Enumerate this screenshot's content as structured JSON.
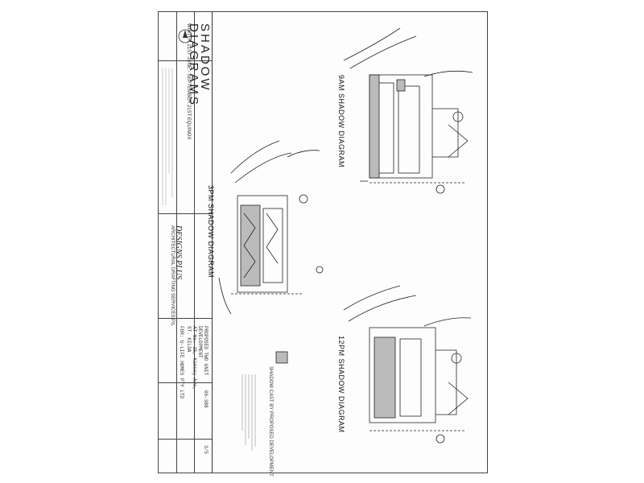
{
  "title_block": {
    "title_line1": "SHADOW",
    "title_line2": "DIAGRAMS",
    "subtitle": "WINTER 21ST JUNE - SEPTEMBER 21ST EQUINOX",
    "firm_name": "DESIGNS PLUS",
    "firm_sub": "ARCHITECTURAL DRAFTING SERVICES P/L",
    "project_line1": "PROPOSED TWO UNIT",
    "project_line2": "DEVELOPMENT",
    "project_line3": "AT No. 15, Kinsey Ave,",
    "project_line4": "ST. KILDA",
    "client": "FOR: U-LIFE HOMES PTY LTD",
    "drawing_no": "06-388",
    "sheet_no": "3/5"
  },
  "diagrams": {
    "am9": "9AM SHADOW DIAGRAM",
    "pm12": "12PM SHADOW DIAGRAM",
    "pm3": "3PM SHADOW DIAGRAM"
  },
  "legend": {
    "text": "SHADOW CAST BY PROPOSED DEVELOPMENT"
  }
}
